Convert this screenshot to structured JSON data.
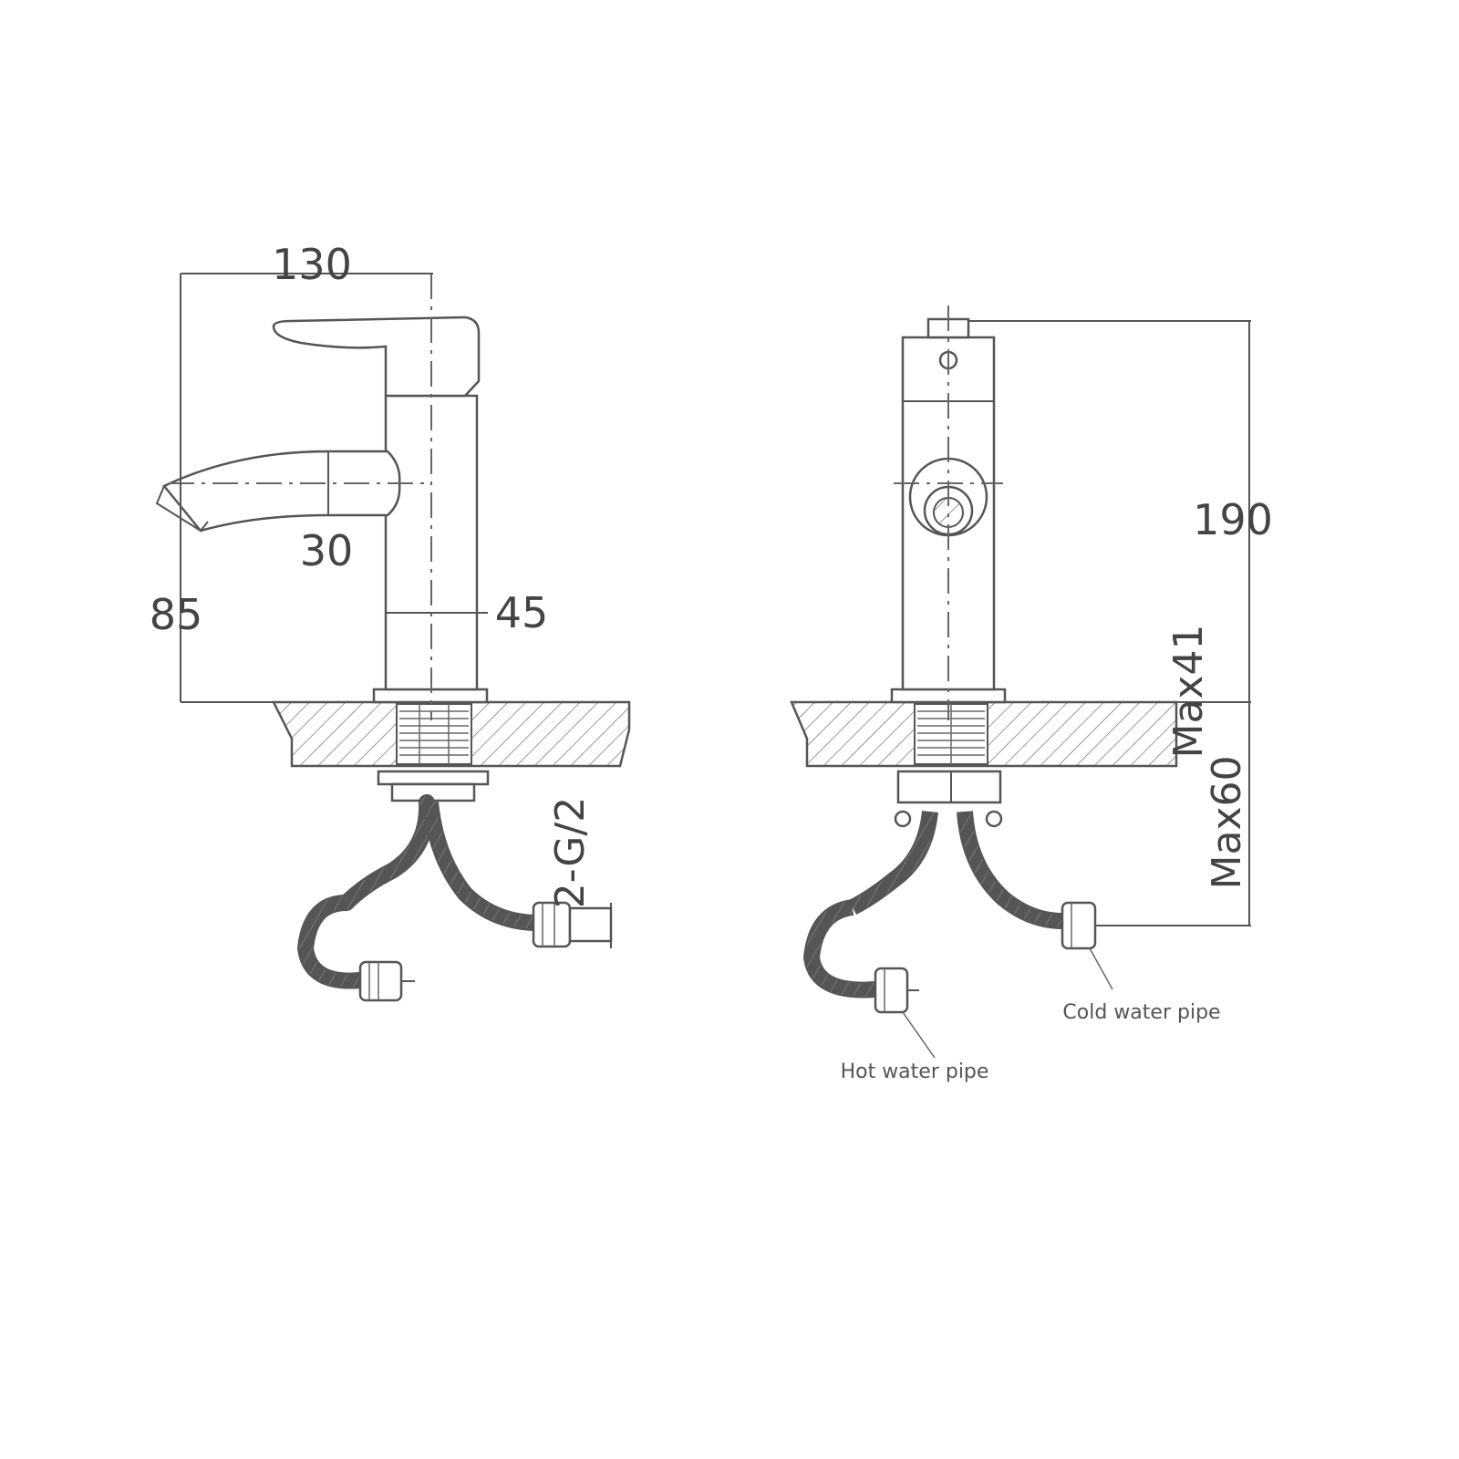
{
  "dimensions": {
    "width_top": "130",
    "spout_dia": "30",
    "height_spout": "85",
    "body_dia": "45",
    "thread": "2-G/2",
    "total_height": "190",
    "max_deck": "Max41",
    "max_under": "Max60"
  },
  "labels": {
    "hot": "Hot water pipe",
    "cold": "Cold water pipe"
  }
}
